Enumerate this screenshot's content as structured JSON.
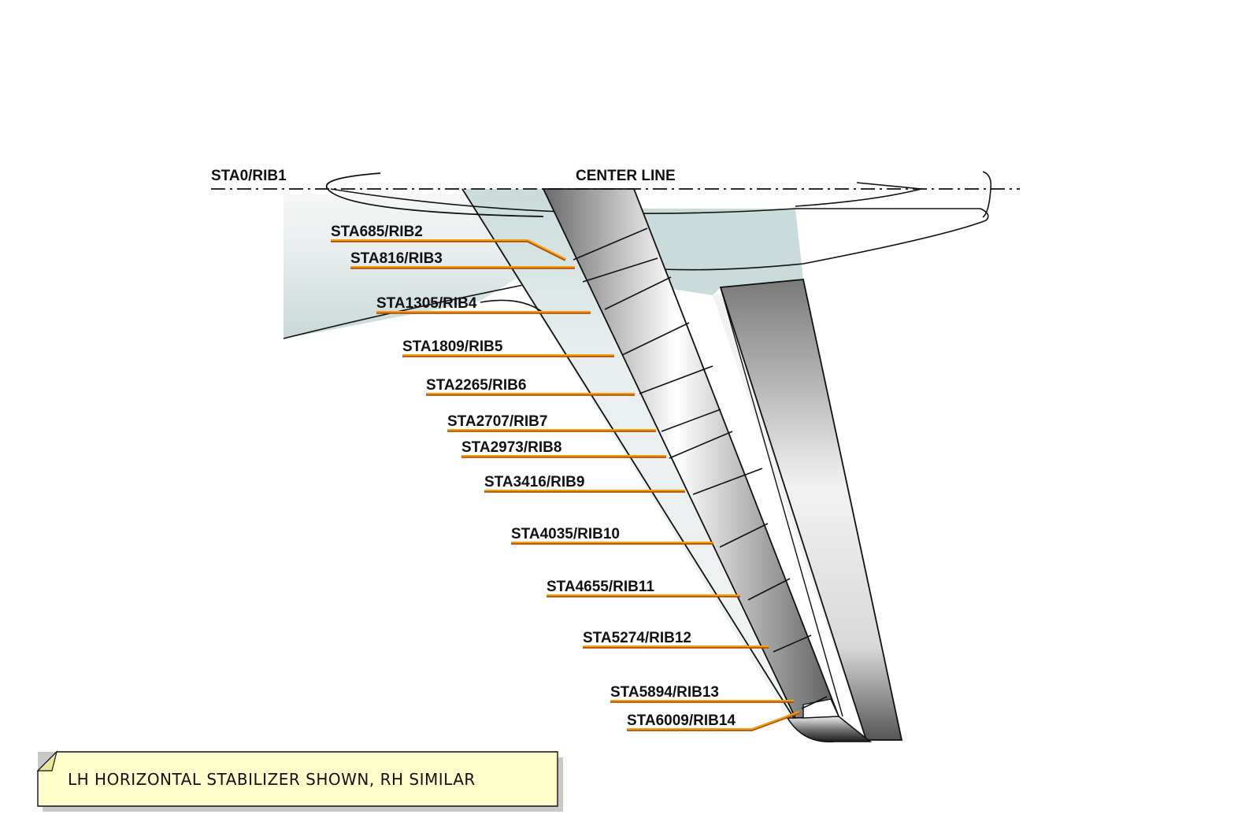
{
  "diagram": {
    "center_line_label": "CENTER LINE",
    "root_label": "STA0/RIB1",
    "note": "LH HORIZONTAL STABILIZER SHOWN, RH SIMILAR",
    "colors": {
      "leader_orange": "#f0a000",
      "leader_dark": "#b54a00",
      "outline": "#111111",
      "panel_tint": "#c7d9d9",
      "note_fill": "#ffffcc"
    },
    "stations": [
      {
        "label": "STA685/RIB2"
      },
      {
        "label": "STA816/RIB3"
      },
      {
        "label": "STA1305/RIB4"
      },
      {
        "label": "STA1809/RIB5"
      },
      {
        "label": "STA2265/RIB6"
      },
      {
        "label": "STA2707/RIB7"
      },
      {
        "label": "STA2973/RIB8"
      },
      {
        "label": "STA3416/RIB9"
      },
      {
        "label": "STA4035/RIB10"
      },
      {
        "label": "STA4655/RIB11"
      },
      {
        "label": "STA5274/RIB12"
      },
      {
        "label": "STA5894/RIB13"
      },
      {
        "label": "STA6009/RIB14"
      }
    ]
  }
}
